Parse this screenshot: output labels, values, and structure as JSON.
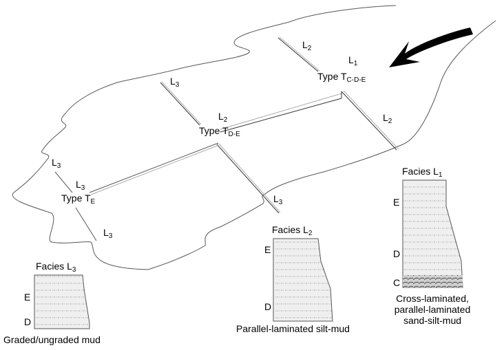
{
  "flow_direction": "arrow-icon",
  "types": [
    {
      "id": "tcde",
      "prefix": "Type T",
      "sub": "C-D-E",
      "facies": "L",
      "facies_sub": "1"
    },
    {
      "id": "tde",
      "prefix": "Type T",
      "sub": "D-E",
      "facies": "L",
      "facies_sub": "2"
    },
    {
      "id": "te",
      "prefix": "Type T",
      "sub": "E",
      "facies": "L",
      "facies_sub": "3"
    }
  ],
  "line_labels": [
    {
      "id": "l2-upper-left",
      "text": "L",
      "sub": "2"
    },
    {
      "id": "l2-right",
      "text": "L",
      "sub": "2"
    },
    {
      "id": "l3-upper",
      "text": "L",
      "sub": "3"
    },
    {
      "id": "l3-lower-mid",
      "text": "L",
      "sub": "3"
    },
    {
      "id": "l3-far-left",
      "text": "L",
      "sub": "3"
    },
    {
      "id": "l3-bottom-left",
      "text": "L",
      "sub": "3"
    }
  ],
  "facies_columns": [
    {
      "title": "Facies L",
      "sub": "3",
      "letters": [
        "E",
        "D"
      ],
      "caption": [
        "Graded/ungraded mud"
      ]
    },
    {
      "title": "Facies L",
      "sub": "2",
      "letters": [
        "E",
        "D"
      ],
      "caption": [
        "Parallel-laminated silt-mud"
      ]
    },
    {
      "title": "Facies L",
      "sub": "1",
      "letters": [
        "E",
        "D",
        "C"
      ],
      "caption": [
        "Cross-laminated,",
        "parallel-laminated",
        "sand-silt-mud"
      ]
    }
  ]
}
